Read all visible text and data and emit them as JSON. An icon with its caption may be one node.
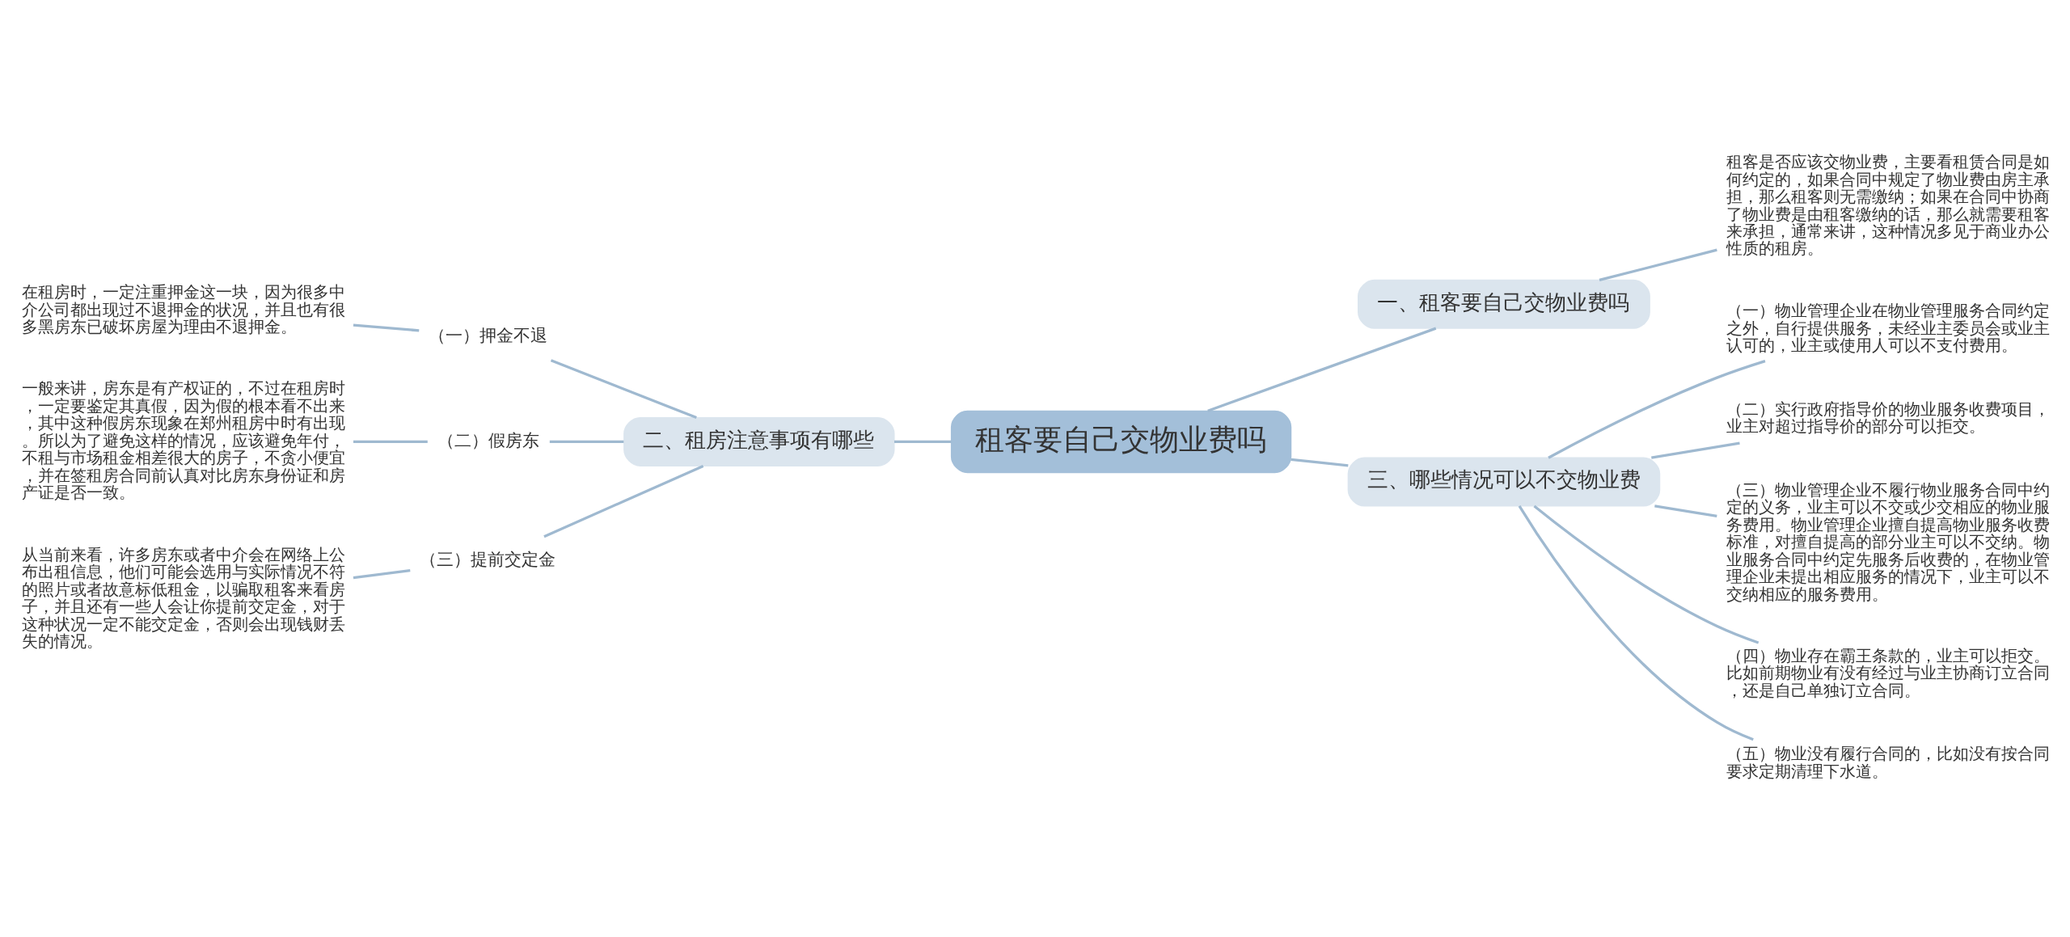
{
  "diagram": {
    "nodes": [
      {
        "text": [
          "租客要自己交物业费吗"
        ]
      },
      {
        "text": [
          "一、租客要自己交物业费吗"
        ]
      },
      {
        "text": [
          "租客是否应该交物业费，主要看租赁合同是如何约定的，如果合同中规定了物业费由房主承担，那么租客则无需缴纳；如果在合同中协商了物业费是由租客缴纳的话，那么就需要租客来承担，通常来讲，这种情况多见于商业办公性质的租房。"
        ]
      },
      {
        "text": [
          "二、租房注意事项有哪些"
        ]
      },
      {
        "text": [
          "（一）押金不退"
        ]
      },
      {
        "text": [
          "在租房时，一定注重押金这一块，因为很多中介公司都出现过不退押金的状况，并且也有很多黑房东已破坏房屋为理由不退押金。"
        ]
      },
      {
        "text": [
          "（二）假房东"
        ]
      },
      {
        "text": [
          "一般来讲，房东是有产权证的，不过在租房时，一定要鉴定其真假，因为假的根本看不出来，其中这种假房东现象在郑州租房中时有出现。所以为了避免这样的情况，应该避免年付，不租与市场租金相差很大的房子，不贪小便宜，并在签租房合同前认真对比房东身份证和房产证是否一致。"
        ]
      },
      {
        "text": [
          "（三）提前交定金"
        ]
      },
      {
        "text": [
          "从当前来看，许多房东或者中介会在网络上公布出租信息，他们可能会选用与实际情况不符的照片或者故意标低租金，以骗取租客来看房子，并且还有一些人会让你提前交定金，对于这种状况一定不能交定金，否则会出现钱财丢失的情况。"
        ]
      },
      {
        "text": [
          "三、哪些情况可以不交物业费"
        ]
      },
      {
        "text": [
          "（一）物业管理企业在物业管理服务合同约定之外，自行提供服务，未经业主委员会或业主认可的，业主或使用人可以不支付费用。"
        ]
      },
      {
        "text": [
          "（二）实行政府指导价的物业服务收费项目，业主对超过指导价的部分可以拒交。"
        ]
      },
      {
        "text": [
          "（三）物业管理企业不履行物业服务合同中约定的义务，业主可以不交或少交相应的物业服务费用。物业管理企业擅自提高物业服务收费标准，对擅自提高的部分业主可以不交纳。物业服务合同中约定先服务后收费的，在物业管理企业未提出相应服务的情况下，业主可以不交纳相应的服务费用。"
        ]
      },
      {
        "text": [
          "（四）物业存在霸王条款的，业主可以拒交。比如前期物业有没有经过与业主协商订立合同，还是自己单独订立合同。"
        ]
      },
      {
        "text": [
          "（五）物业没有履行合同的，比如没有按合同要求定期清理下水道。"
        ]
      }
    ],
    "edges": [
      {
        "from": 0,
        "to": 1,
        "arrow": "none"
      },
      {
        "from": 1,
        "to": 2,
        "arrow": "none"
      },
      {
        "from": 0,
        "to": 3,
        "arrow": "none"
      },
      {
        "from": 3,
        "to": 4,
        "arrow": "none"
      },
      {
        "from": 4,
        "to": 5,
        "arrow": "none"
      },
      {
        "from": 3,
        "to": 6,
        "arrow": "none"
      },
      {
        "from": 6,
        "to": 7,
        "arrow": "none"
      },
      {
        "from": 3,
        "to": 8,
        "arrow": "none"
      },
      {
        "from": 8,
        "to": 9,
        "arrow": "none"
      },
      {
        "from": 0,
        "to": 10,
        "arrow": "none"
      },
      {
        "from": 10,
        "to": 11,
        "arrow": "none"
      },
      {
        "from": 10,
        "to": 12,
        "arrow": "none"
      },
      {
        "from": 10,
        "to": 13,
        "arrow": "none"
      },
      {
        "from": 10,
        "to": 14,
        "arrow": "none"
      },
      {
        "from": 10,
        "to": 15,
        "arrow": "none"
      }
    ]
  }
}
